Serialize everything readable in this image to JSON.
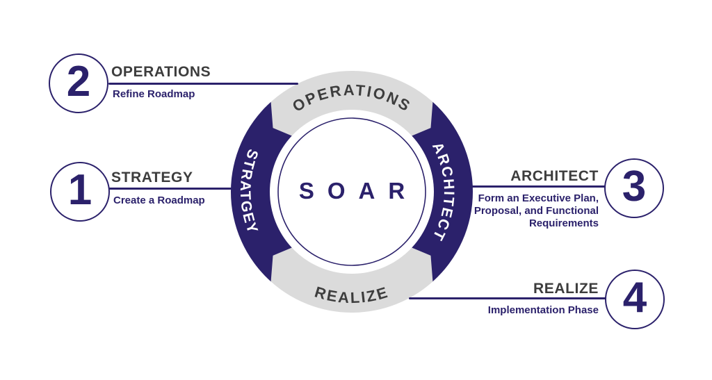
{
  "colors": {
    "navy": "#2b216b",
    "ring_gray": "#dbdbdb",
    "title_gray": "#3d3d3d",
    "background": "#ffffff"
  },
  "diagram": {
    "center_label": "SOAR",
    "segments": {
      "top": {
        "label": "OPERATIONS",
        "style": "gray"
      },
      "right": {
        "label": "ARCHITECT",
        "style": "navy"
      },
      "bottom": {
        "label": "REALIZE",
        "style": "gray"
      },
      "left": {
        "label": "STRATGEY",
        "style": "navy"
      }
    }
  },
  "callouts": [
    {
      "number": "1",
      "title": "STRATEGY",
      "description_lines": [
        "Create a Roadmap"
      ],
      "side": "left"
    },
    {
      "number": "2",
      "title": "OPERATIONS",
      "description_lines": [
        "Refine Roadmap"
      ],
      "side": "left"
    },
    {
      "number": "3",
      "title": "ARCHITECT",
      "description_lines": [
        "Form an Executive Plan,",
        "Proposal, and Functional",
        "Requirements"
      ],
      "side": "right"
    },
    {
      "number": "4",
      "title": "REALIZE",
      "description_lines": [
        "Implementation Phase"
      ],
      "side": "right"
    }
  ]
}
